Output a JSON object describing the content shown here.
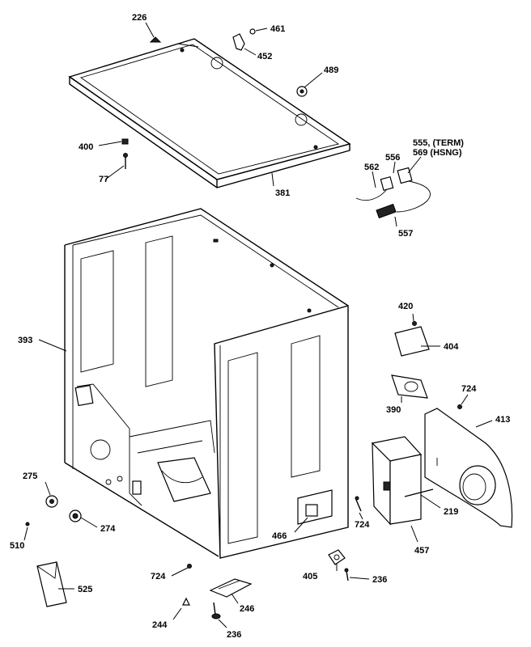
{
  "labels": {
    "p226": "226",
    "p461": "461",
    "p452": "452",
    "p489": "489",
    "p400": "400",
    "p77": "77",
    "p381": "381",
    "p555": "555, (TERM)",
    "p569": "569 (HSNG)",
    "p556": "556",
    "p562": "562",
    "p557": "557",
    "p393": "393",
    "p420": "420",
    "p404": "404",
    "p390": "390",
    "p724a": "724",
    "p413": "413",
    "p275": "275",
    "p274": "274",
    "p510": "510",
    "p525": "525",
    "p724b": "724",
    "p246": "246",
    "p244": "244",
    "p236a": "236",
    "p405": "405",
    "p236b": "236",
    "p466": "466",
    "p724c": "724",
    "p457": "457",
    "p219": "219"
  }
}
